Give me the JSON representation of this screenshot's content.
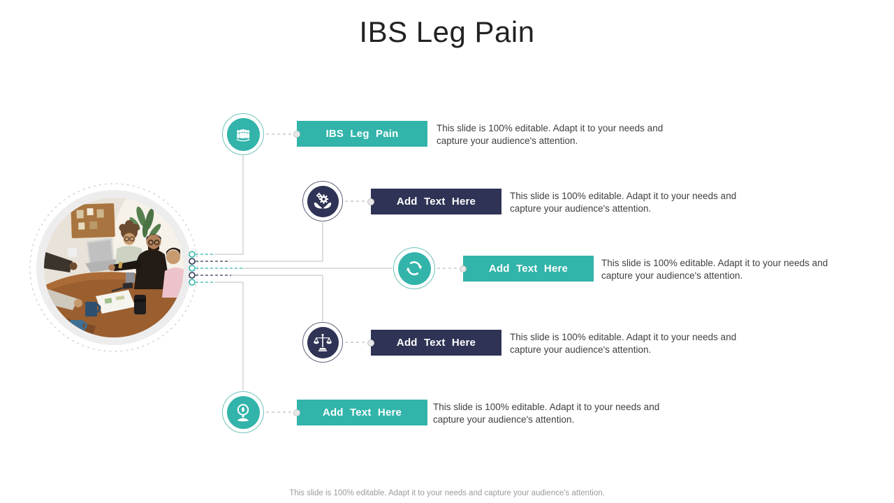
{
  "slide": {
    "title": "IBS Leg Pain",
    "items": [
      {
        "label": "IBS Leg Pain",
        "description": "This slide is 100% editable. Adapt it to your needs and capture your audience's attention.",
        "theme": "teal",
        "icon": "people-group-icon"
      },
      {
        "label": "Add Text Here",
        "description": "This slide is 100% editable. Adapt it to your needs and capture your audience's attention.",
        "theme": "navy",
        "icon": "hands-holding-gears-icon"
      },
      {
        "label": "Add Text Here",
        "description": "This slide is 100% editable. Adapt it to your needs and capture your audience's attention.",
        "theme": "teal",
        "icon": "refresh-arrows-icon"
      },
      {
        "label": "Add Text Here",
        "description": "This slide is 100% editable. Adapt it to your needs and capture your audience's attention.",
        "theme": "navy",
        "icon": "justice-scales-icon"
      },
      {
        "label": "Add Text Here",
        "description": "This slide is 100% editable. Adapt it to your needs and capture your audience's attention.",
        "theme": "teal",
        "icon": "gauge-on-stand-icon"
      }
    ],
    "footer": "This slide is 100% editable. Adapt it to your needs and capture your audience's attention.",
    "colors": {
      "teal": "#32b4aa",
      "navy": "#2f3355",
      "body_text": "#3f3f3f",
      "footer_text": "#9b9b9b",
      "connector": "#bdbdbd"
    }
  }
}
